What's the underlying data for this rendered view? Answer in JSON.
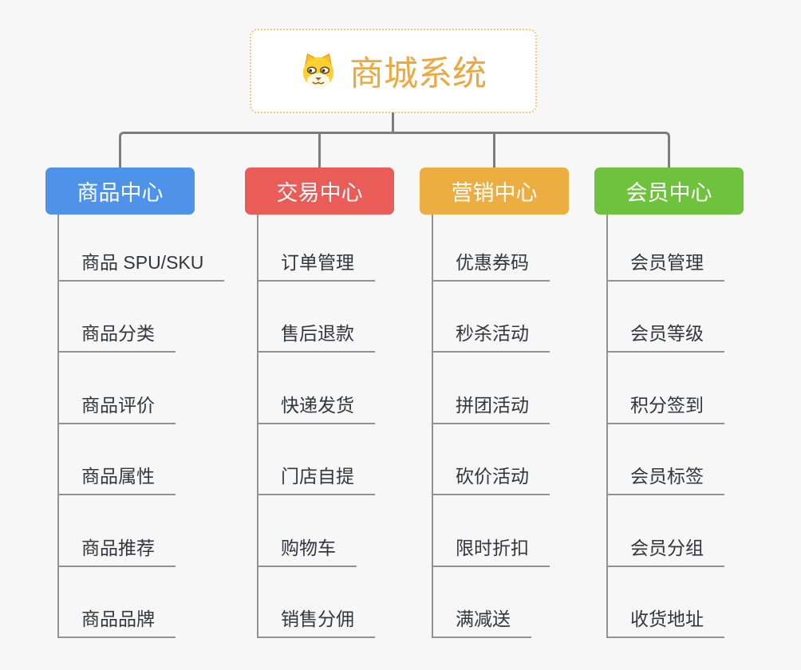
{
  "root": {
    "title": "商城系统",
    "icon": "dog-face-icon"
  },
  "branches": [
    {
      "label": "商品中心",
      "color": "#4E93E9",
      "children": [
        "商品 SPU/SKU",
        "商品分类",
        "商品评价",
        "商品属性",
        "商品推荐",
        "商品品牌"
      ]
    },
    {
      "label": "交易中心",
      "color": "#E95C58",
      "children": [
        "订单管理",
        "售后退款",
        "快递发货",
        "门店自提",
        "购物车",
        "销售分佣"
      ]
    },
    {
      "label": "营销中心",
      "color": "#ECAD41",
      "children": [
        "优惠券码",
        "秒杀活动",
        "拼团活动",
        "砍价活动",
        "限时折扣",
        "满减送"
      ]
    },
    {
      "label": "会员中心",
      "color": "#6EC23E",
      "children": [
        "会员管理",
        "会员等级",
        "积分签到",
        "会员标签",
        "会员分组",
        "收货地址"
      ]
    }
  ],
  "colors": {
    "background": "#F7F7F7",
    "root_bg": "#FFFFFF",
    "root_border": "#F6C877",
    "root_title": "#F0A73E",
    "connector": "#7D7D7D",
    "leaf_line": "#8F9193",
    "leaf_text": "#33373B",
    "branch_text": "#FFFFFF"
  }
}
